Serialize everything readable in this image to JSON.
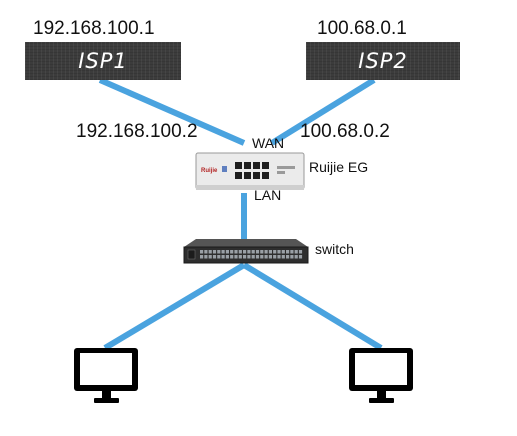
{
  "isp1": {
    "label": "ISP1",
    "ip": "192.168.100.1"
  },
  "isp2": {
    "label": "ISP2",
    "ip": "100.68.0.1"
  },
  "wan_ips": {
    "left": "192.168.100.2",
    "right": "100.68.0.2"
  },
  "router": {
    "name": "Ruijie EG",
    "wan_label": "WAN",
    "lan_label": "LAN",
    "logo": "Ruijie"
  },
  "switch": {
    "name": "switch"
  },
  "colors": {
    "link": "#4aa3df",
    "isp_box": "#3c3c3c",
    "device_body": "#ebebeb",
    "switch_body": "#2e2e2e"
  },
  "icons": [
    "router-icon",
    "switch-icon",
    "computer-monitor-icon",
    "computer-monitor-icon"
  ]
}
